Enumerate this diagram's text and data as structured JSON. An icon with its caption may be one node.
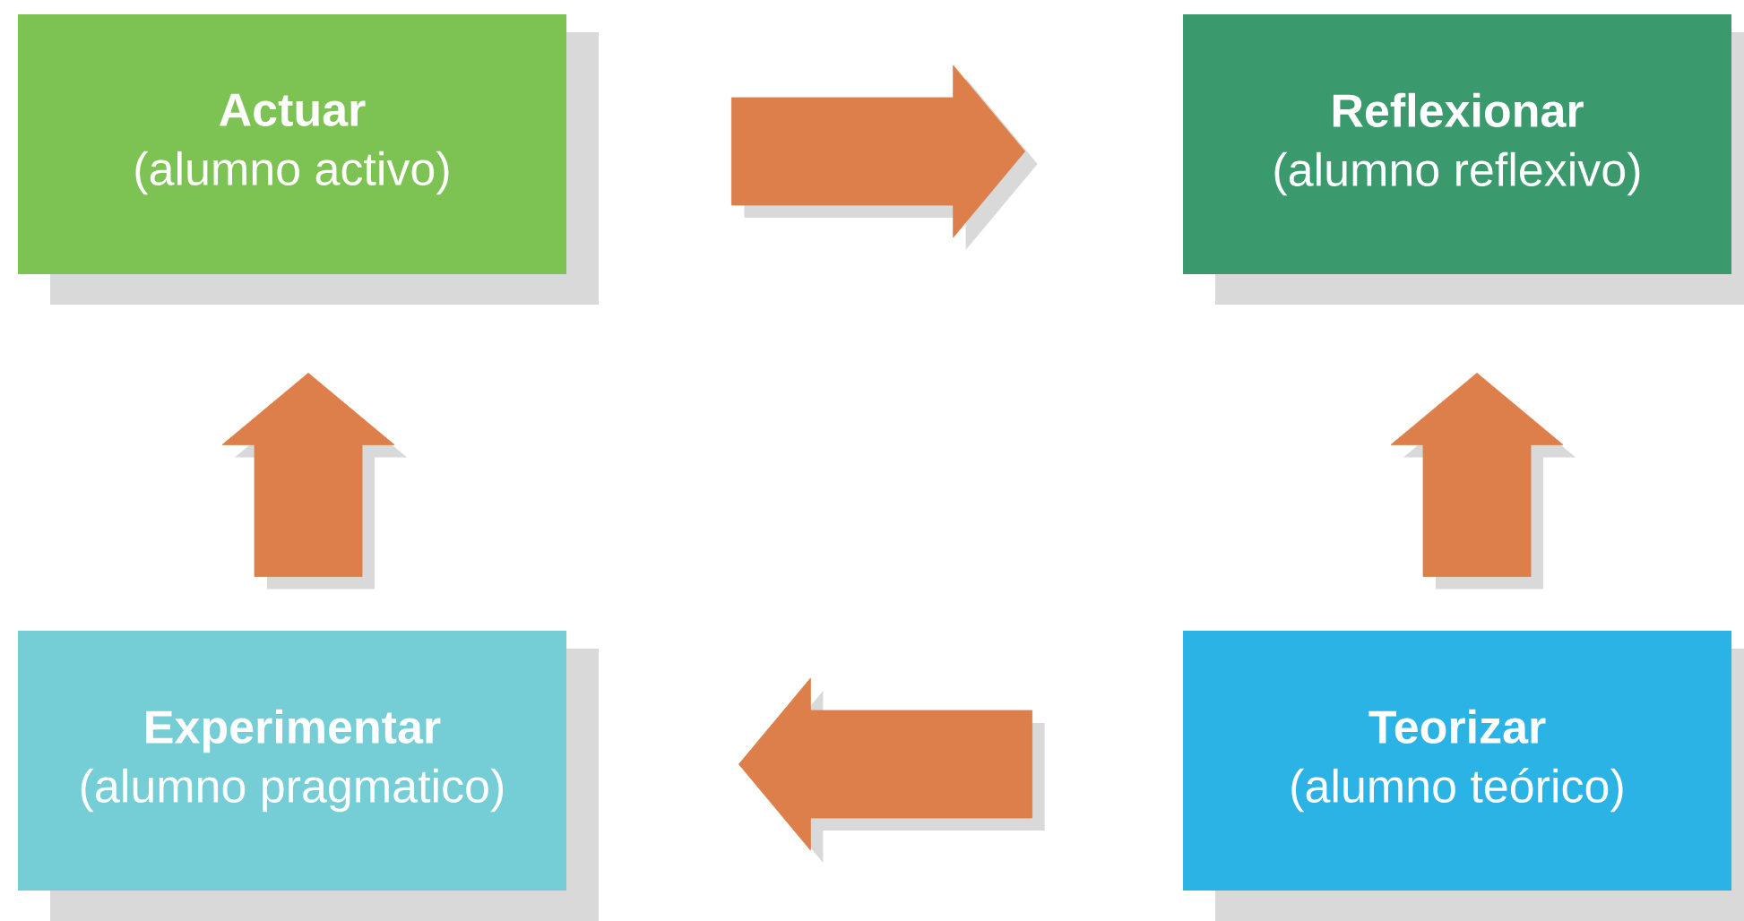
{
  "diagram": {
    "nodes": [
      {
        "text": [
          "Actuar",
          "(alumno activo)"
        ]
      },
      {
        "text": [
          "Reflexionar",
          "(alumno reflexivo)"
        ]
      },
      {
        "text": [
          "Experimentar",
          "(alumno pragmatico)"
        ]
      },
      {
        "text": [
          "Teorizar",
          "(alumno teórico)"
        ]
      }
    ],
    "edges": [
      {
        "from": 0,
        "to": 1,
        "arrow": "to"
      },
      {
        "from": 3,
        "to": 1,
        "arrow": "to"
      },
      {
        "from": 3,
        "to": 2,
        "arrow": "to"
      },
      {
        "from": 2,
        "to": 0,
        "arrow": "to"
      }
    ]
  }
}
